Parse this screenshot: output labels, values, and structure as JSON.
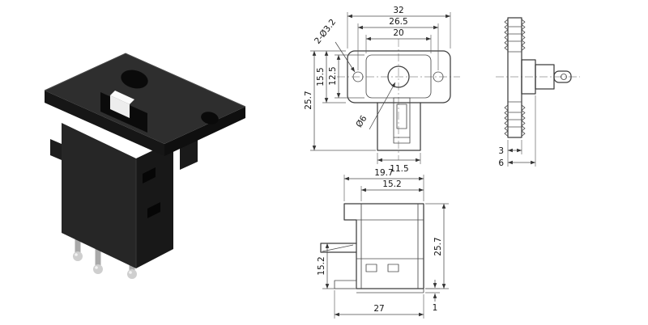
{
  "front_view": {
    "outer_width": "32",
    "hole_pitch": "26.5",
    "boss_width": "20",
    "total_height": "25.7",
    "flange_height": "15.5",
    "boss_height": "12.5",
    "body_width": "11.5",
    "mount_holes_label": "2-Ø3.2",
    "center_hole_label": "Ø6"
  },
  "side_view": {
    "flange_thickness": "3",
    "hub_depth": "6"
  },
  "bottom_view": {
    "top_width": "19.7",
    "body_width": "15.2",
    "pin_height": "15.2",
    "total_height": "25.7",
    "total_width": "27",
    "base_thickness": "1"
  },
  "render": {
    "plate_color": "#2e2e2e",
    "body_front_color": "#262626",
    "body_side_color": "#181818",
    "pin_color": "#a9a9a9",
    "pin_ball_color": "#cfcfcf",
    "slider_color": "#ededed"
  }
}
